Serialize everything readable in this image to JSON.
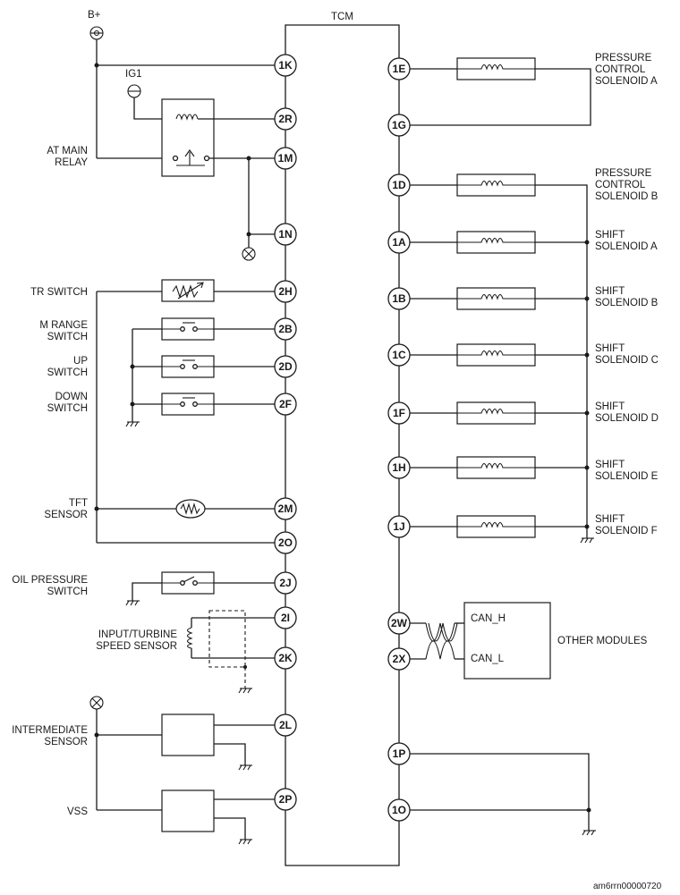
{
  "title": "TCM",
  "power": {
    "battery": "B+",
    "ignition": "IG1"
  },
  "tcm_pins_left": [
    "1K",
    "2R",
    "1M",
    "1N",
    "2H",
    "2B",
    "2D",
    "2F",
    "2M",
    "2O",
    "2J",
    "2I",
    "2K",
    "2L",
    "2P"
  ],
  "tcm_pins_right": [
    "1E",
    "1G",
    "1D",
    "1A",
    "1B",
    "1C",
    "1F",
    "1H",
    "1J",
    "2W",
    "2X",
    "1P",
    "1O"
  ],
  "left_labels": {
    "main_relay": [
      "AT MAIN",
      "RELAY"
    ],
    "tr_switch": [
      "TR SWITCH"
    ],
    "m_range_switch": [
      "M RANGE",
      "SWITCH"
    ],
    "up_switch": [
      "UP",
      "SWITCH"
    ],
    "down_switch": [
      "DOWN",
      "SWITCH"
    ],
    "tft_sensor": [
      "TFT",
      "SENSOR"
    ],
    "oil_pressure_switch": [
      "OIL PRESSURE",
      "SWITCH"
    ],
    "speed_sensor": [
      "INPUT/TURBINE",
      "SPEED SENSOR"
    ],
    "intermediate_sensor": [
      "INTERMEDIATE",
      "SENSOR"
    ],
    "vss": [
      "VSS"
    ]
  },
  "right_labels": {
    "pc_sol_a": [
      "PRESSURE",
      "CONTROL",
      "SOLENOID A"
    ],
    "pc_sol_b": [
      "PRESSURE",
      "CONTROL",
      "SOLENOID B"
    ],
    "shift_a": [
      "SHIFT",
      "SOLENOID A"
    ],
    "shift_b": [
      "SHIFT",
      "SOLENOID B"
    ],
    "shift_c": [
      "SHIFT",
      "SOLENOID C"
    ],
    "shift_d": [
      "SHIFT",
      "SOLENOID D"
    ],
    "shift_e": [
      "SHIFT",
      "SOLENOID E"
    ],
    "shift_f": [
      "SHIFT",
      "SOLENOID F"
    ],
    "other_modules": [
      "OTHER MODULES"
    ]
  },
  "can": {
    "high": "CAN_H",
    "low": "CAN_L"
  },
  "figure_code": "am6rrn00000720"
}
